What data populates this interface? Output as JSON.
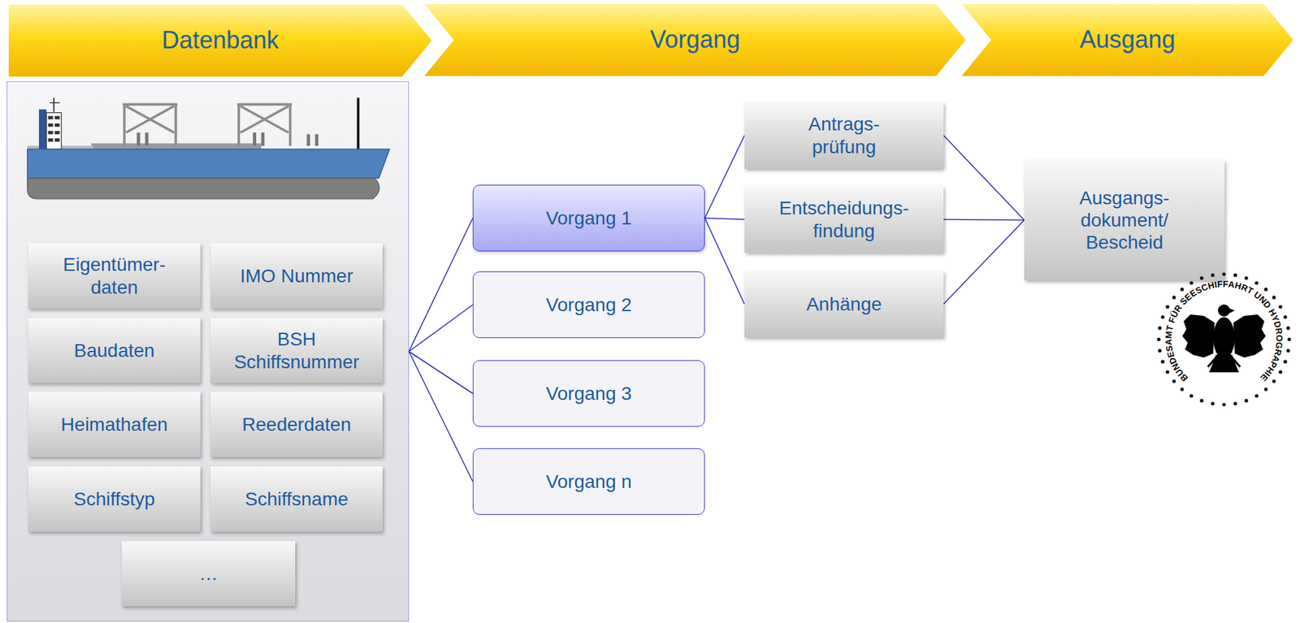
{
  "diagram": {
    "nodes": [
      {
        "text": [
          "Datenbank"
        ]
      },
      {
        "text": [
          "Vorgang"
        ]
      },
      {
        "text": [
          "Ausgang"
        ]
      },
      {
        "text": [
          "Eigentümer- daten"
        ],
        "in": 0
      },
      {
        "text": [
          "IMO Nummer"
        ],
        "in": 0
      },
      {
        "text": [
          "Baudaten"
        ],
        "in": 0
      },
      {
        "text": [
          "BSH Schiffsnummer"
        ],
        "in": 0
      },
      {
        "text": [
          "Heimathafen"
        ],
        "in": 0
      },
      {
        "text": [
          "Reederdaten"
        ],
        "in": 0
      },
      {
        "text": [
          "Schiffstyp"
        ],
        "in": 0
      },
      {
        "text": [
          "Schiffsname"
        ],
        "in": 0
      },
      {
        "text": [
          "…"
        ],
        "in": 0
      },
      {
        "text": [
          "Vorgang 1"
        ]
      },
      {
        "text": [
          "Vorgang 2"
        ]
      },
      {
        "text": [
          "Vorgang 3"
        ]
      },
      {
        "text": [
          "Vorgang n"
        ]
      },
      {
        "text": [
          "Antrags- prüfung"
        ]
      },
      {
        "text": [
          "Entscheidungs- findung"
        ]
      },
      {
        "text": [
          "Anhänge"
        ]
      },
      {
        "text": [
          "Ausgangs- dokument/ Bescheid"
        ]
      }
    ],
    "edges": [
      {
        "from": 0,
        "to": 12,
        "arrow": "none"
      },
      {
        "from": 0,
        "to": 13,
        "arrow": "none"
      },
      {
        "from": 0,
        "to": 14,
        "arrow": "none"
      },
      {
        "from": 0,
        "to": 15,
        "arrow": "none"
      },
      {
        "from": 12,
        "to": 16,
        "arrow": "none"
      },
      {
        "from": 12,
        "to": 17,
        "arrow": "none"
      },
      {
        "from": 12,
        "to": 18,
        "arrow": "none"
      },
      {
        "from": 16,
        "to": 19,
        "arrow": "none"
      },
      {
        "from": 17,
        "to": 19,
        "arrow": "none"
      },
      {
        "from": 18,
        "to": 19,
        "arrow": "none"
      }
    ],
    "labels": [
      "BUNDESAMT FÜR SEESCHIFFAHRT UND HYDROGRAPHIE"
    ]
  }
}
